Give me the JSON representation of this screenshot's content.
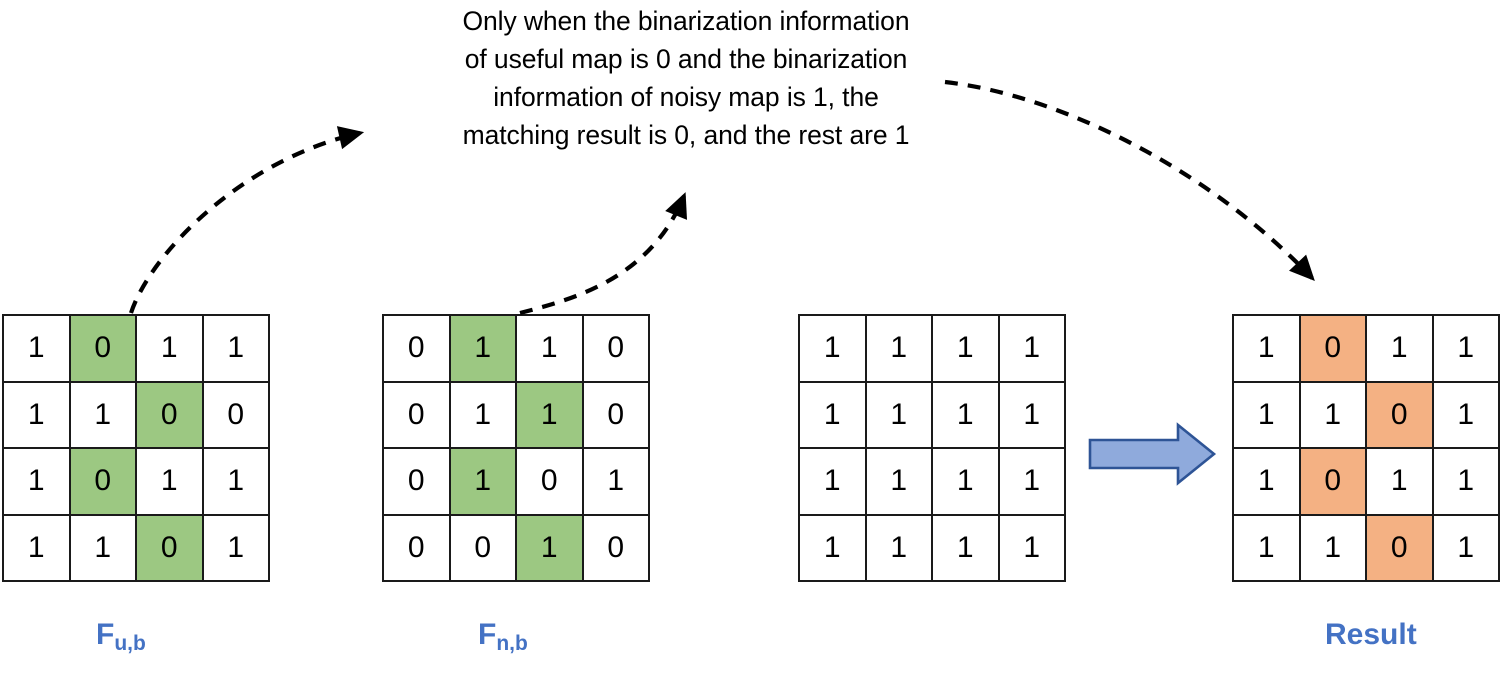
{
  "caption": {
    "lines": [
      "Only when the binarization information",
      "of useful map is 0 and the binarization",
      "information of noisy map is 1, the",
      "matching result is 0, and the rest are 1"
    ],
    "full_text": "Only when the binarization information of useful map is 0 and the binarization information of noisy map is 1, the matching result is 0, and the rest are 1"
  },
  "colors": {
    "green_highlight": "#9CC882",
    "orange_highlight": "#F4B183",
    "label_blue": "#4472C4",
    "arrow_fill": "#8FAADC",
    "arrow_stroke": "#2E5496",
    "grid_line": "#1A1A1A",
    "text": "#000000",
    "background": "#FFFFFF"
  },
  "grids": [
    {
      "id": "fub",
      "label": "F",
      "label_sub": "u,b",
      "highlight": "green",
      "rows": [
        [
          "1",
          "0",
          "1",
          "1"
        ],
        [
          "1",
          "1",
          "0",
          "0"
        ],
        [
          "1",
          "0",
          "1",
          "1"
        ],
        [
          "1",
          "1",
          "0",
          "1"
        ]
      ],
      "highlighted_cells": [
        [
          0,
          1
        ],
        [
          1,
          2
        ],
        [
          2,
          1
        ],
        [
          3,
          2
        ]
      ]
    },
    {
      "id": "fnb",
      "label": "F",
      "label_sub": "n,b",
      "highlight": "green",
      "rows": [
        [
          "0",
          "1",
          "1",
          "0"
        ],
        [
          "0",
          "1",
          "1",
          "0"
        ],
        [
          "0",
          "1",
          "0",
          "1"
        ],
        [
          "0",
          "0",
          "1",
          "0"
        ]
      ],
      "highlighted_cells": [
        [
          0,
          1
        ],
        [
          1,
          2
        ],
        [
          2,
          1
        ],
        [
          3,
          2
        ]
      ]
    },
    {
      "id": "ones",
      "label": "",
      "label_sub": "",
      "highlight": "none",
      "rows": [
        [
          "1",
          "1",
          "1",
          "1"
        ],
        [
          "1",
          "1",
          "1",
          "1"
        ],
        [
          "1",
          "1",
          "1",
          "1"
        ],
        [
          "1",
          "1",
          "1",
          "1"
        ]
      ],
      "highlighted_cells": []
    },
    {
      "id": "result",
      "label": "Result",
      "label_sub": "",
      "highlight": "orange",
      "rows": [
        [
          "1",
          "0",
          "1",
          "1"
        ],
        [
          "1",
          "1",
          "0",
          "1"
        ],
        [
          "1",
          "0",
          "1",
          "1"
        ],
        [
          "1",
          "1",
          "0",
          "1"
        ]
      ],
      "highlighted_cells": [
        [
          0,
          1
        ],
        [
          1,
          2
        ],
        [
          2,
          1
        ],
        [
          3,
          2
        ]
      ]
    }
  ],
  "connectors": {
    "block_arrow": "right-block-arrow",
    "dashed_arrows": [
      "fub-to-caption",
      "fnb-to-caption",
      "caption-to-result"
    ]
  }
}
